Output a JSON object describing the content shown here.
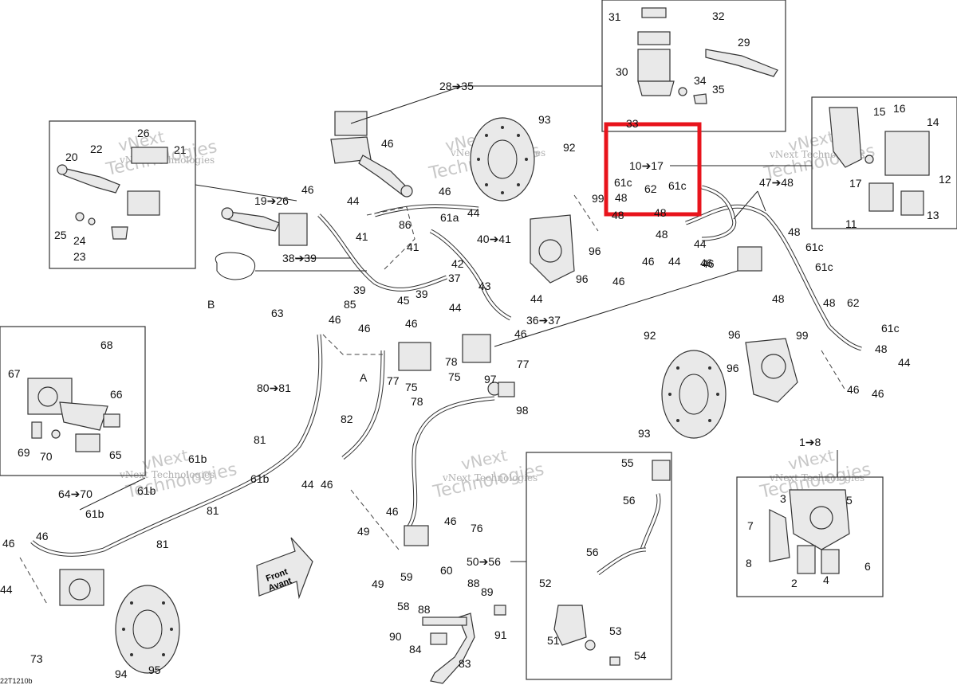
{
  "diagram": {
    "code": "22T1210b",
    "watermark_line1": "vNext",
    "watermark_line2": "Technologies",
    "watermark_small": "vNext Technologies",
    "front_label_1": "Front",
    "front_label_2": "Avant",
    "highlight_color": "#e8141c"
  },
  "labels": {
    "l1": "31",
    "l2": "32",
    "l3": "29",
    "l4": "30",
    "l5": "34",
    "l6": "35",
    "l7": "33",
    "l8": "28➔35",
    "l9": "93",
    "l10": "92",
    "l11": "46",
    "l12": "15",
    "l13": "16",
    "l14": "14",
    "l15": "17",
    "l16": "12",
    "l17": "11",
    "l18": "13",
    "l19": "26",
    "l20": "22",
    "l21": "21",
    "l22": "20",
    "l23": "25",
    "l24": "24",
    "l25": "23",
    "l26": "10➔17",
    "l27": "61c",
    "l28": "48",
    "l29": "62",
    "l30": "61c",
    "l31": "99",
    "l32": "47➔48",
    "l33": "19➔26",
    "l34": "46",
    "l35": "44",
    "l36": "46",
    "l37": "44",
    "l38": "86",
    "l39": "61a",
    "l40": "41",
    "l41": "41",
    "l42": "40➔41",
    "l43": "38➔39",
    "l44": "48",
    "l45": "48",
    "l46": "96",
    "l47": "48",
    "l48": "44",
    "l49": "46",
    "l50": "46",
    "l51": "44",
    "l52": "46",
    "l53": "96",
    "l54": "46",
    "l55": "61c",
    "l56": "48",
    "l57": "61c",
    "l58": "48",
    "l59": "48",
    "l60": "62",
    "l61": "B",
    "l62": "39",
    "l63": "42",
    "l64": "37",
    "l65": "43",
    "l66": "85",
    "l67": "45",
    "l68": "39",
    "l69": "44",
    "l70": "44",
    "l71": "63",
    "l72": "46",
    "l73": "46",
    "l74": "46",
    "l75": "36➔37",
    "l76": "46",
    "l77": "99",
    "l78": "61c",
    "l79": "48",
    "l80": "44",
    "l81": "46",
    "l82": "46",
    "l83": "96",
    "l84": "96",
    "l85": "92",
    "l86": "68",
    "l87": "67",
    "l88": "66",
    "l89": "69",
    "l90": "70",
    "l91": "65",
    "l92": "80➔81",
    "l93": "A",
    "l94": "77",
    "l95": "75",
    "l96": "78",
    "l97": "78",
    "l98": "75",
    "l99": "77",
    "l100": "97",
    "l101": "98",
    "l102": "82",
    "l103": "93",
    "l104": "1➔8",
    "l105": "81",
    "l106": "61b",
    "l107": "61b",
    "l108": "44",
    "l109": "46",
    "l110": "64➔70",
    "l111": "61b",
    "l112": "81",
    "l113": "61b",
    "l114": "81",
    "l115": "46",
    "l116": "46",
    "l117": "44",
    "l118": "55",
    "l119": "56",
    "l120": "56",
    "l121": "52",
    "l122": "51",
    "l123": "53",
    "l124": "54",
    "l125": "5",
    "l126": "3",
    "l127": "7",
    "l128": "8",
    "l129": "6",
    "l130": "2",
    "l131": "4",
    "l132": "46",
    "l133": "46",
    "l134": "76",
    "l135": "49",
    "l136": "50➔56",
    "l137": "49",
    "l138": "59",
    "l139": "60",
    "l140": "58",
    "l141": "88",
    "l142": "88",
    "l143": "89",
    "l144": "91",
    "l145": "90",
    "l146": "84",
    "l147": "83",
    "l148": "73",
    "l149": "94",
    "l150": "95"
  }
}
